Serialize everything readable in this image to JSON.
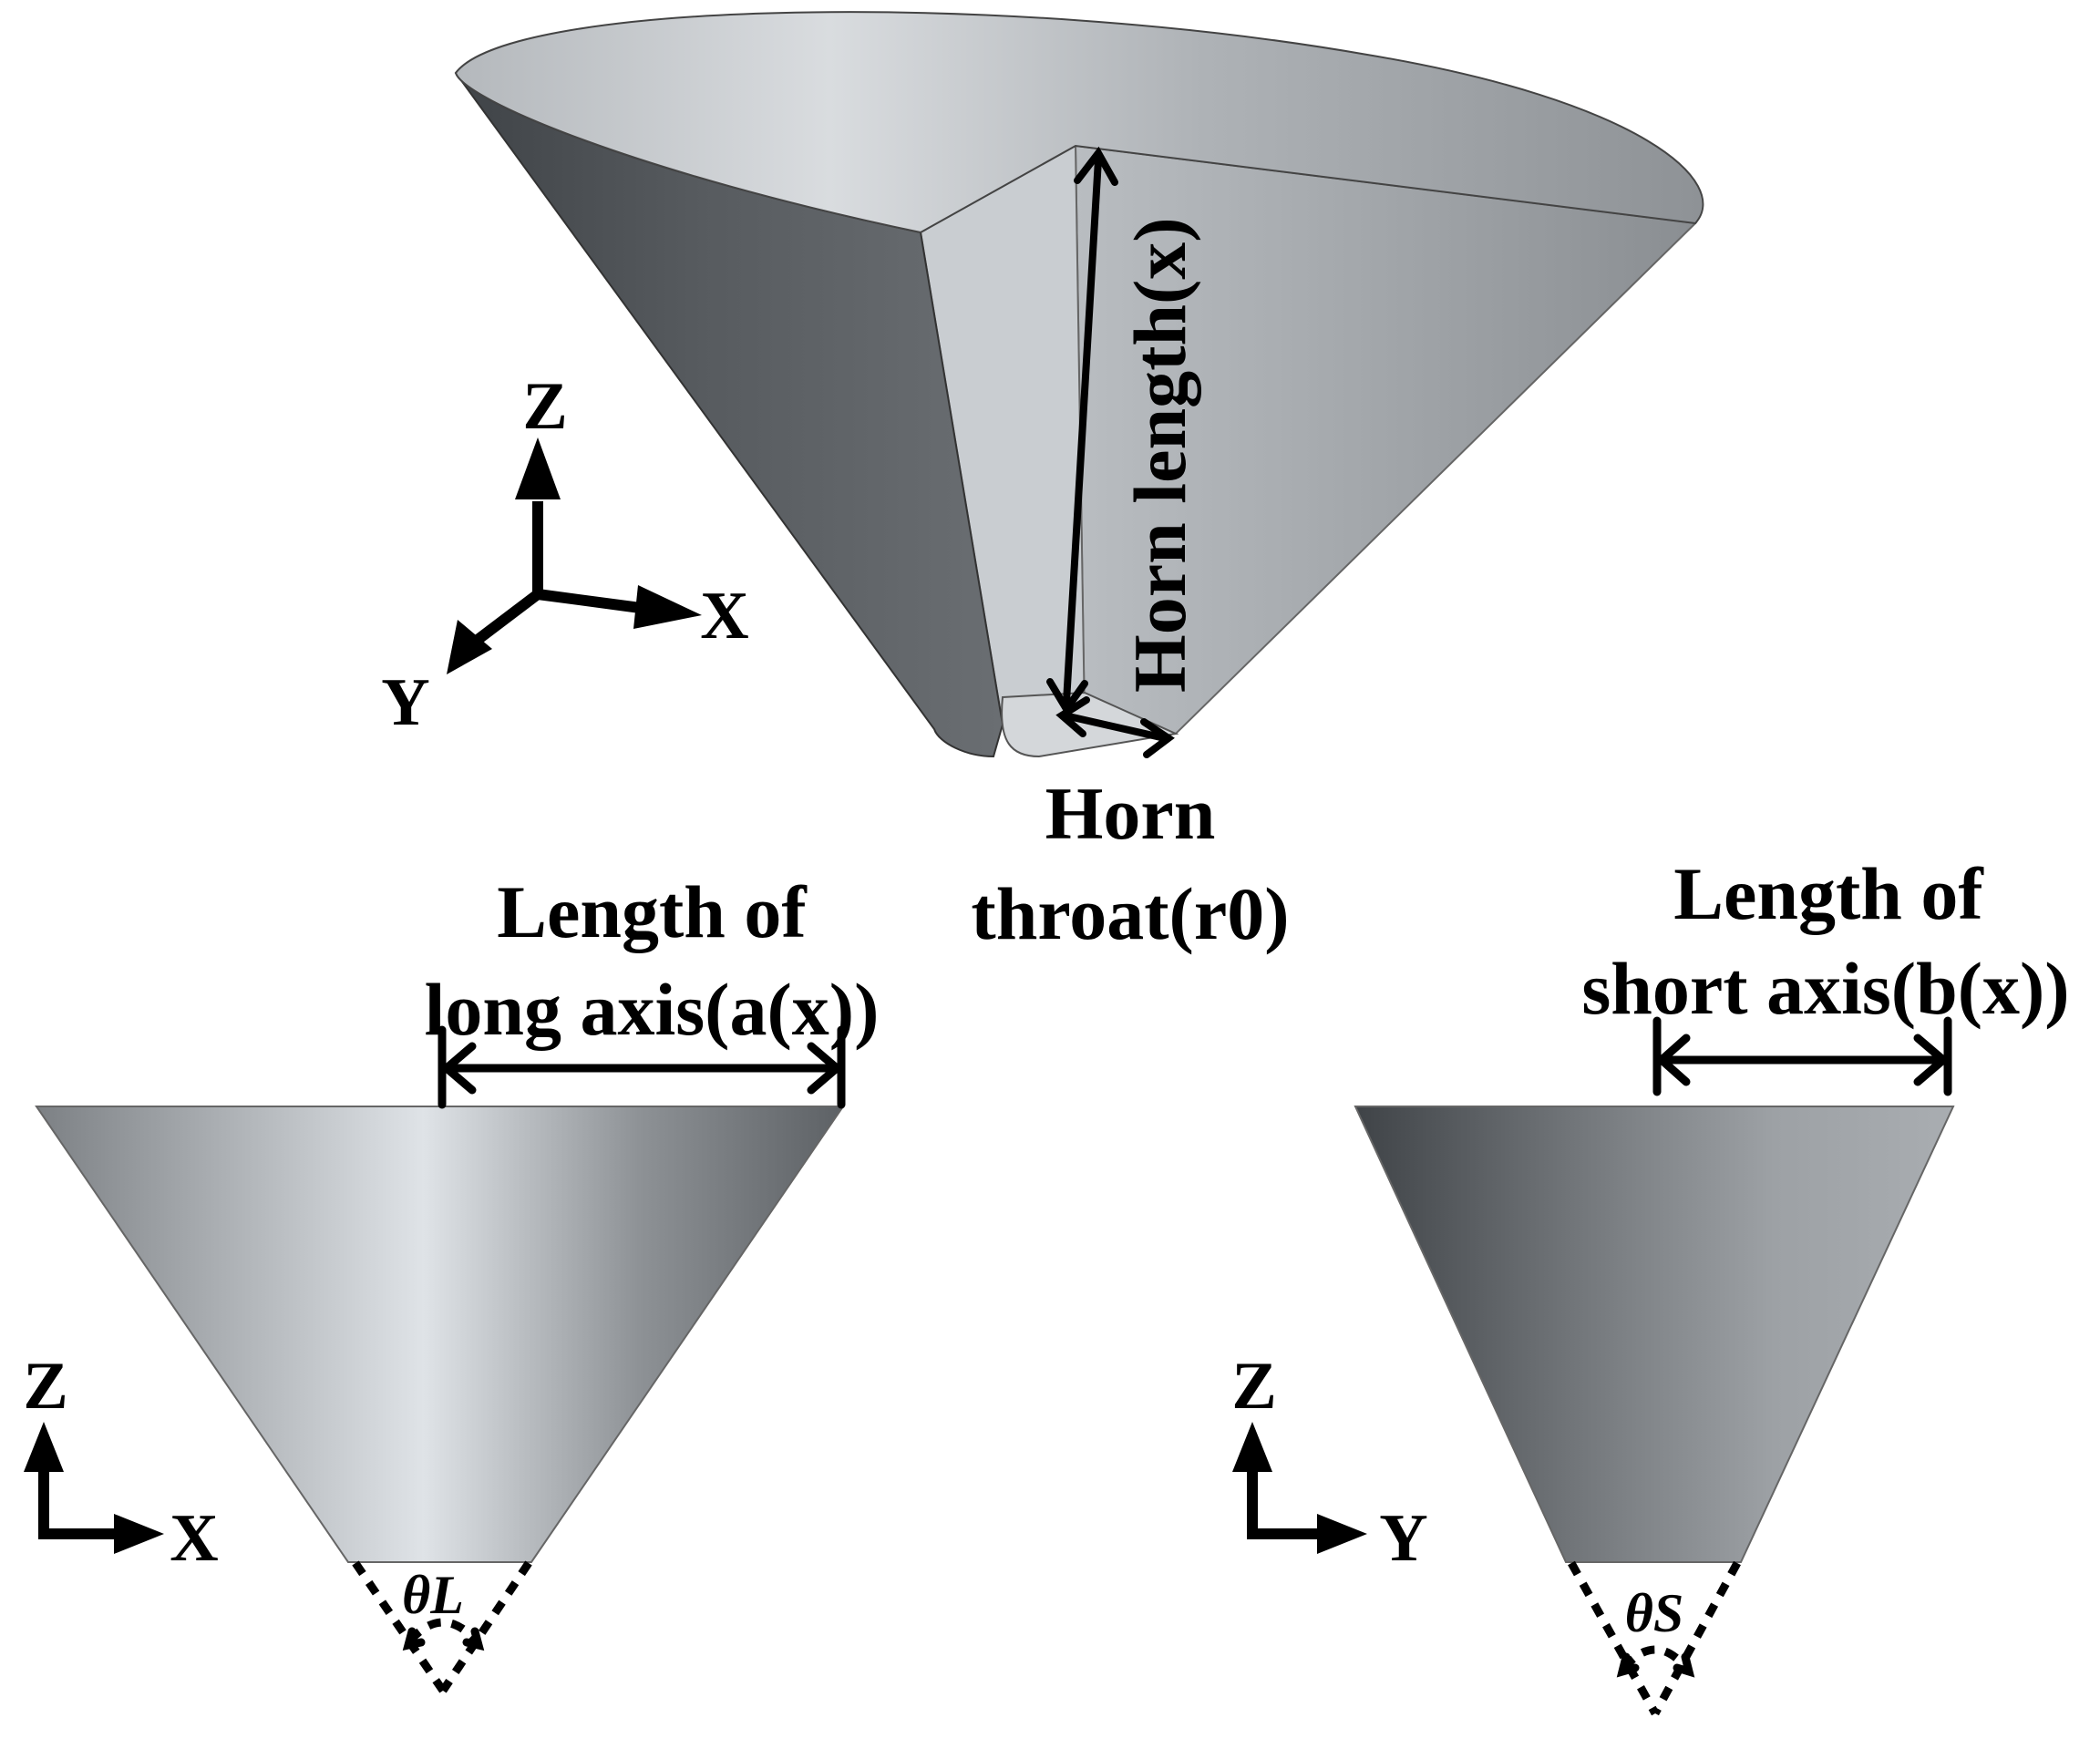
{
  "labels": {
    "horn_length": "Horn length(x)",
    "horn_throat_line1": "Horn",
    "horn_throat_line2": "throat(r0)",
    "long_axis_line1": "Length of",
    "long_axis_line2": "long axis(a(x))",
    "short_axis_line1": "Length of",
    "short_axis_line2": "short axis(b(x))",
    "theta_long": "θL",
    "theta_short": "θS"
  },
  "axes": {
    "iso": {
      "z": "Z",
      "x": "X",
      "y": "Y"
    },
    "front": {
      "z": "Z",
      "x": "X"
    },
    "side": {
      "z": "Z",
      "y": "Y"
    }
  },
  "colors": {
    "horn_light": "#dfe3e7",
    "horn_mid": "#a7abaf",
    "horn_dark": "#4d5155",
    "annotation": "#000000"
  }
}
